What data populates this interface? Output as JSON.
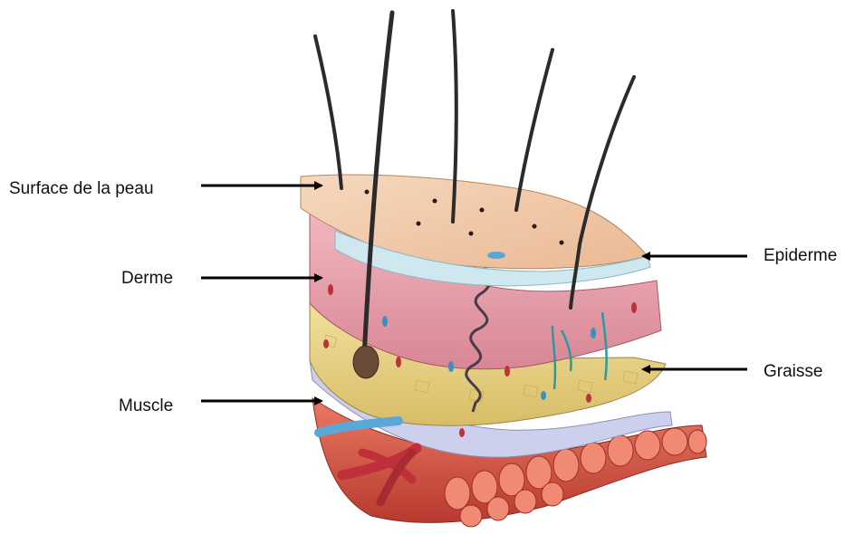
{
  "labels": {
    "skin_surface": "Surface de la peau",
    "dermis": "Derme",
    "muscle": "Muscle",
    "epidermis": "Epiderme",
    "fat": "Graisse"
  },
  "colors": {
    "arrow": "#000000",
    "epidermis": "#f2cdb0",
    "epidermis_edge": "#bfe0ea",
    "dermis": "#e8a4b0",
    "fat": "#e9d48a",
    "fascia": "#c9cbe8",
    "muscle": "#d9584a",
    "artery": "#c0303a",
    "vein": "#5aa8d8",
    "hair": "#2b2b2b"
  }
}
